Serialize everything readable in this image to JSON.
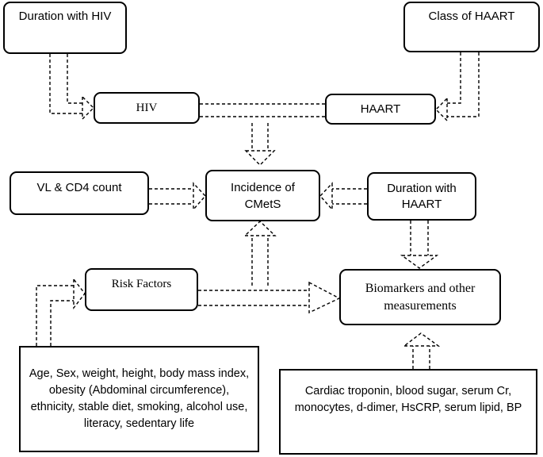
{
  "nodes": {
    "duration_hiv": "Duration with HIV",
    "class_haart": "Class of HAART",
    "hiv": "HIV",
    "haart": "HAART",
    "vl_cd4": "VL & CD4 count",
    "incidence": "Incidence of CMetS",
    "duration_haart": "Duration with HAART",
    "risk_factors": "Risk Factors",
    "biomarkers": "Biomarkers and other measurements",
    "risk_list": "Age, Sex, weight, height, body mass index, obesity  (Abdominal circumference), ethnicity, stable diet, smoking, alcohol use,  literacy, sedentary life",
    "biomarker_list": "Cardiac troponin, blood sugar, serum Cr, monocytes, d-dimer, HsCRP, serum lipid, BP"
  }
}
